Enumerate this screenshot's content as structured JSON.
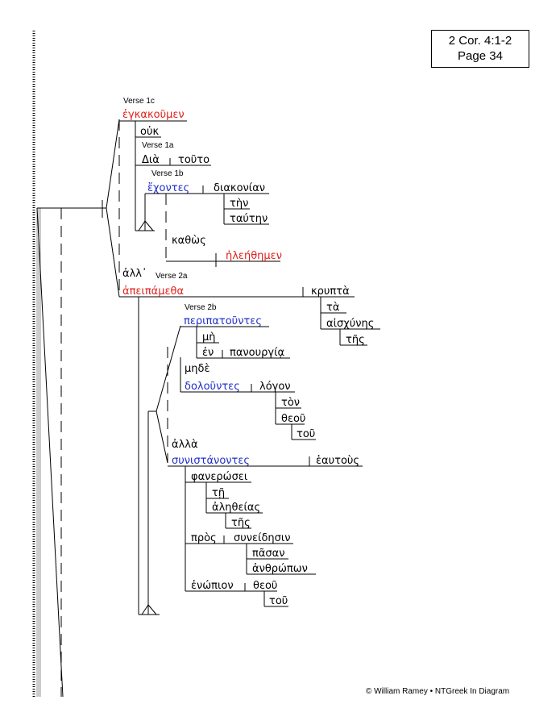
{
  "reference": {
    "line1": "2 Cor. 4:1-2",
    "line2": "Page 34"
  },
  "footer": "© William Ramey • NTGreek In Diagram",
  "labels": {
    "v1c": "Verse 1c",
    "v1a": "Verse 1a",
    "v1b": "Verse 1b",
    "v2a": "Verse 2a",
    "v2b": "Verse 2b"
  },
  "words": {
    "enkakoumen": "ἐγκακοῦμεν",
    "ouk": "οὐκ",
    "dia": "Διὰ",
    "touto": "τοῦτο",
    "echontes": "ἔχοντες",
    "diakonian": "διακονίαν",
    "ten": "τὴν",
    "tauten": "ταύτην",
    "kathos": "καθὼς",
    "eleethemen": "ἠλεήθημεν",
    "all": "ἀλλ᾽",
    "apeipametha": "ἀπειπάμεθα",
    "krypta": "κρυπτὰ",
    "ta": "τὰ",
    "aischynes": "αἰσχύνης",
    "tes1": "τῆς",
    "peripatountes": "περιπατοῦντες",
    "me": "μὴ",
    "en": "ἐν",
    "panourgia": "πανουργίᾳ",
    "mede": "μηδὲ",
    "dolountes": "δολοῦντες",
    "logon": "λόγον",
    "ton": "τὸν",
    "theou1": "θεοῦ",
    "tou1": "τοῦ",
    "alla": "ἀλλὰ",
    "synistanontes": "συνιστάνοντες",
    "heautous": "ἑαυτοὺς",
    "phanerosei": "φανερώσει",
    "te": "τῇ",
    "aletheias": "ἀληθείας",
    "tes2": "τῆς",
    "pros": "πρὸς",
    "syneidesin": "συνείδησιν",
    "pasan": "πᾶσαν",
    "anthropon": "ἀνθρώπων",
    "enopion": "ἐνώπιον",
    "theou2": "θεοῦ",
    "tou2": "τοῦ"
  },
  "colors": {
    "verb": "#e0201b",
    "participle": "#2030c8",
    "text": "#000000"
  }
}
